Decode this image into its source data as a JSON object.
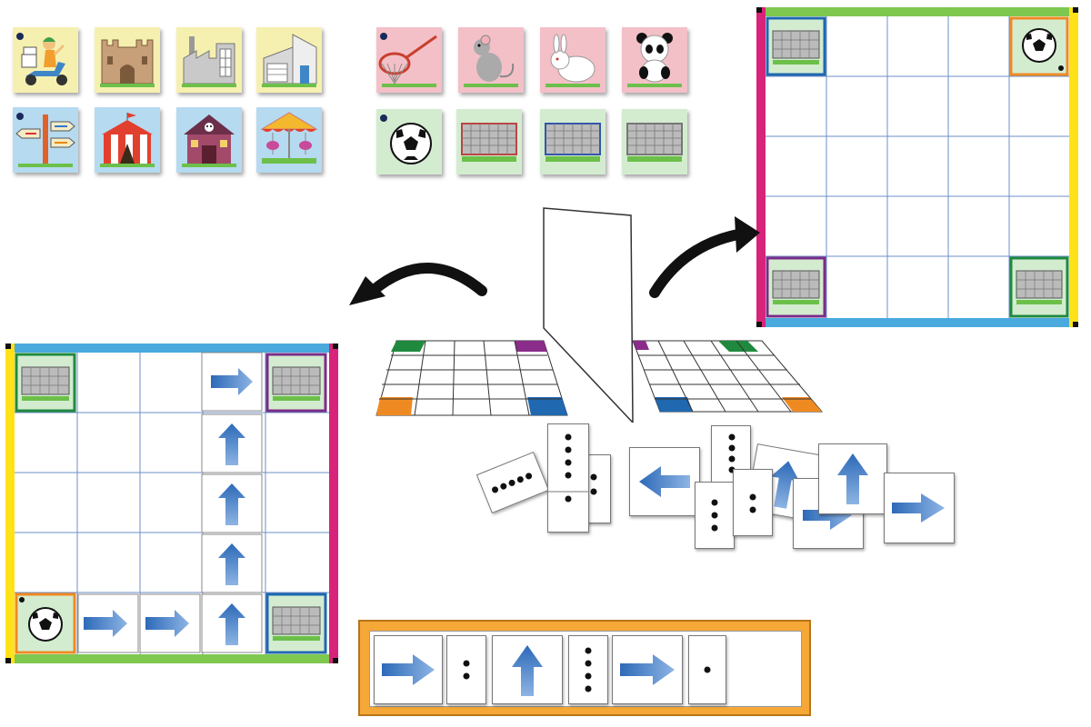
{
  "tiles": {
    "set_a": [
      {
        "name": "scooter-rider-tile",
        "bg": "#f6f0b0"
      },
      {
        "name": "castle-tile",
        "bg": "#f6f0b0"
      },
      {
        "name": "factory-tile",
        "bg": "#f6f0b0"
      },
      {
        "name": "modern-house-tile",
        "bg": "#f6f0b0"
      },
      {
        "name": "signpost-tile",
        "bg": "#b6daf0"
      },
      {
        "name": "circus-tent-tile",
        "bg": "#b6daf0"
      },
      {
        "name": "haunted-house-tile",
        "bg": "#b6daf0"
      },
      {
        "name": "carousel-tile",
        "bg": "#b6daf0"
      }
    ],
    "set_b": [
      {
        "name": "butterfly-net-tile",
        "bg": "#f3c0c8"
      },
      {
        "name": "mouse-tile",
        "bg": "#f3c0c8"
      },
      {
        "name": "rabbit-tile",
        "bg": "#f3c0c8"
      },
      {
        "name": "panda-tile",
        "bg": "#f3c0c8"
      },
      {
        "name": "soccer-ball-tile",
        "bg": "#d3ecd0"
      },
      {
        "name": "goal-red-tile",
        "bg": "#d3ecd0"
      },
      {
        "name": "goal-blue-tile",
        "bg": "#d3ecd0"
      },
      {
        "name": "goal-grey-tile",
        "bg": "#d3ecd0"
      }
    ]
  },
  "boards": {
    "right": {
      "rows": 5,
      "cols": 5,
      "border_colors": {
        "top": "#7ec850",
        "left": "#d8237a",
        "right": "#ffe21a",
        "bottom": "#4aa9dd"
      }
    },
    "left": {
      "rows": 5,
      "cols": 5,
      "border_colors": {
        "top": "#4aa9dd",
        "left": "#ffe21a",
        "right": "#d8237a",
        "bottom": "#7ec850"
      }
    }
  },
  "program_strip": {
    "frame_color": "#f5a838",
    "cards": [
      "arrow-right",
      "dice-2",
      "arrow-up",
      "dice-4",
      "arrow-right",
      "dice-1"
    ]
  },
  "colors": {
    "arrow": "#3d78c4",
    "grid_line": "#6e8fc8",
    "goal_frame_green": "#1f8a3e",
    "goal_frame_purple": "#7b2c88",
    "goal_frame_blue": "#2068b0",
    "goal_frame_orange": "#ef8a22"
  }
}
